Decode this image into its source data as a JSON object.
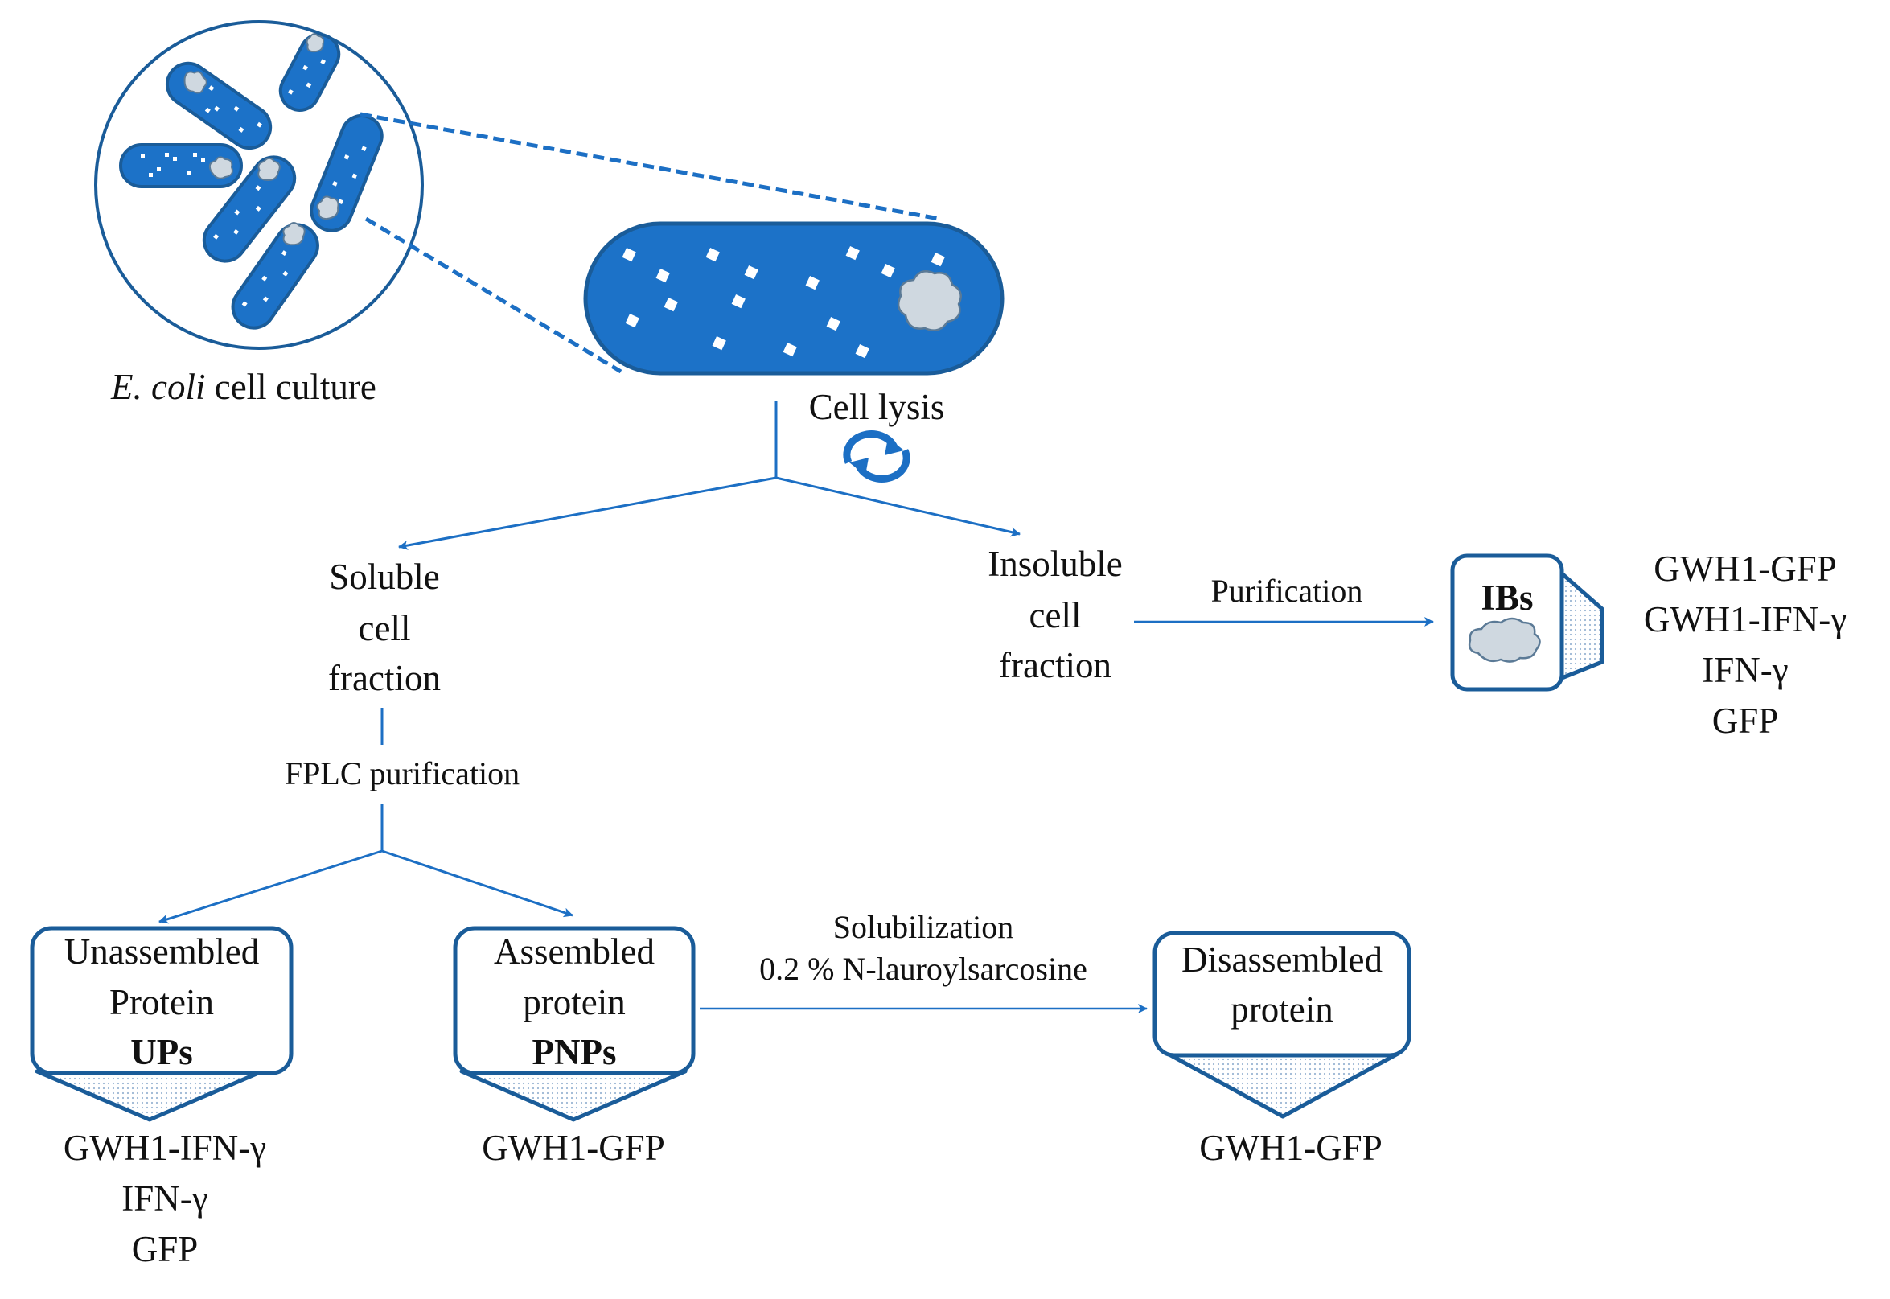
{
  "colors": {
    "accent": "#1c6fc4",
    "outline": "#1a5c99",
    "cytoplasm": "#1c72c8",
    "inclusion": "#cfd8e0",
    "text": "#111111"
  },
  "culture": {
    "label_italic": "E. coli",
    "label_rest": " cell culture"
  },
  "lysis": {
    "label": "Cell lysis",
    "icon": "cycle-arrows-icon"
  },
  "soluble": {
    "lines": [
      "Soluble",
      "cell",
      "fraction"
    ]
  },
  "insoluble": {
    "lines": [
      "Insoluble",
      "cell",
      "fraction"
    ]
  },
  "purification_label": "Purification",
  "ibs": {
    "title": "IBs",
    "icon": "cloud-aggregate-icon",
    "products": [
      "GWH1-GFP",
      "GWH1-IFN-γ",
      "IFN-γ",
      "GFP"
    ]
  },
  "fplc_label": "FPLC purification",
  "ups": {
    "lines": [
      "Unassembled",
      "Protein"
    ],
    "abbr": "UPs",
    "products": [
      "GWH1-IFN-γ",
      "IFN-γ",
      "GFP"
    ]
  },
  "pnps": {
    "lines": [
      "Assembled",
      "protein"
    ],
    "abbr": "PNPs",
    "products": [
      "GWH1-GFP"
    ]
  },
  "solubilization": {
    "line1": "Solubilization",
    "line2": "0.2 % N-lauroylsarcosine"
  },
  "disassembled": {
    "lines": [
      "Disassembled",
      "protein"
    ],
    "products": [
      "GWH1-GFP"
    ]
  }
}
